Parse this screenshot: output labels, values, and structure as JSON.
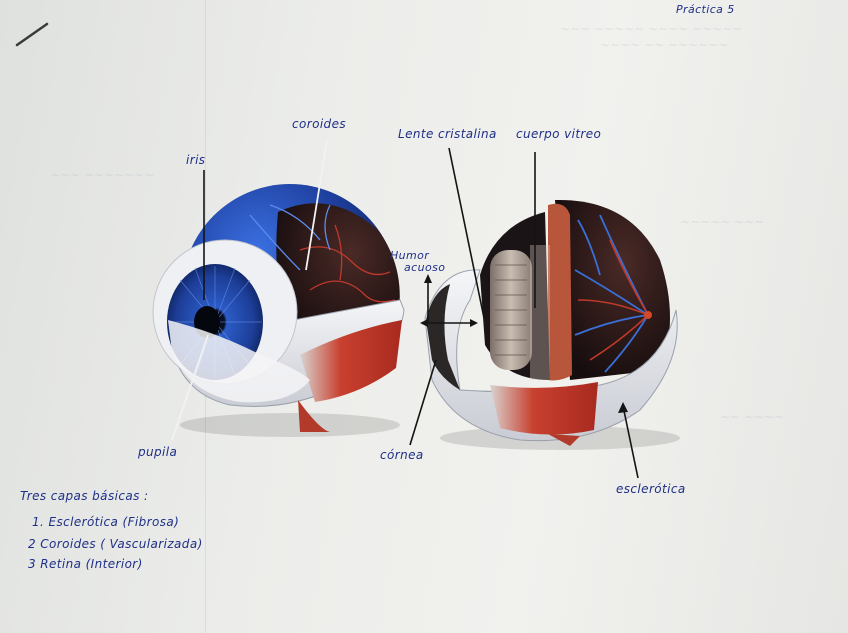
{
  "title": "Práctica 5",
  "labels": {
    "iris": "iris",
    "coroides": "coroides",
    "lente_cristalina": "Lente cristalina",
    "cuerpo_vitreo": "cuerpo vitreo",
    "humor_acuoso": [
      "Humor",
      "acuoso"
    ],
    "pupila": "pupila",
    "cornea": "córnea",
    "esclerotica": "esclerótica"
  },
  "notes": {
    "heading": "Tres capas básicas :",
    "items": [
      "1. Esclerótica (Fibrosa)",
      "2 Coroides ( Vascularizada)",
      "3 Retina (Interior)"
    ]
  },
  "colors": {
    "ink": "#1f2f86",
    "sclera": "#e9ecef",
    "iris": "#2a55b8",
    "choroid": "#2a1d1c",
    "vessel_blue": "#3a6fd8",
    "vessel_red": "#c0392b",
    "muscle": "#c63a2a"
  }
}
